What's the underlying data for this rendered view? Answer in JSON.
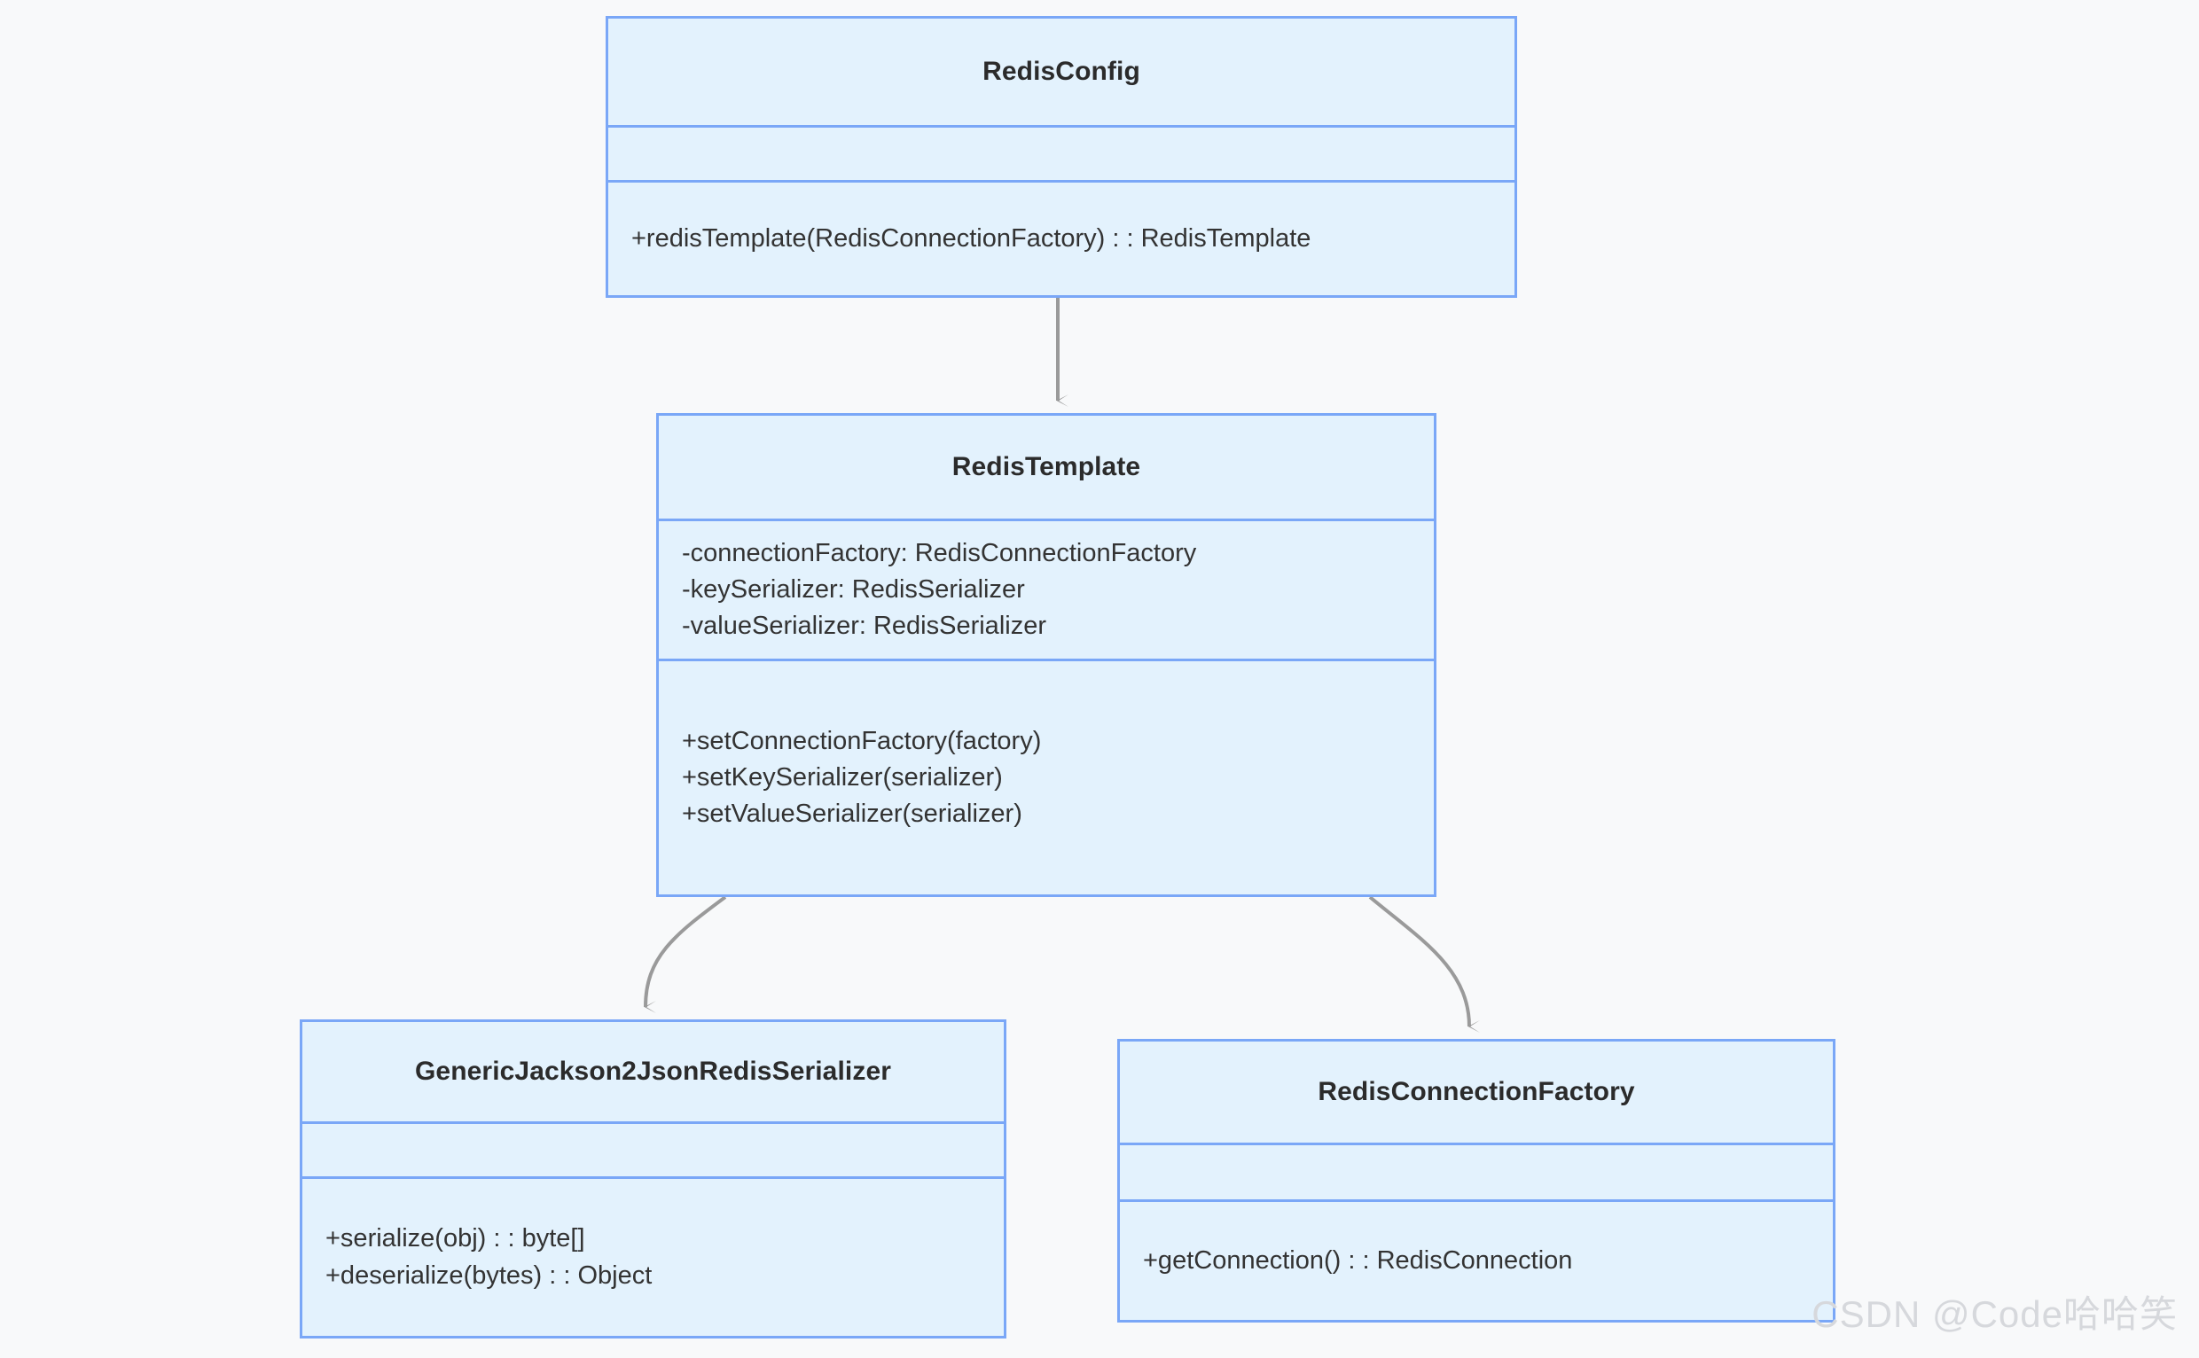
{
  "diagram": {
    "type": "uml-class-diagram",
    "background_color": "#f8f9fa",
    "box_fill_color": "#e3f2fd",
    "box_border_color": "#7aa7f7",
    "text_color": "#333333",
    "edge_color": "#999999",
    "classes": [
      {
        "id": "redisconfig",
        "name": "RedisConfig",
        "attributes": [],
        "methods": [
          "+redisTemplate(RedisConnectionFactory) : : RedisTemplate"
        ]
      },
      {
        "id": "redistemplate",
        "name": "RedisTemplate",
        "attributes": [
          "-connectionFactory: RedisConnectionFactory",
          "-keySerializer: RedisSerializer",
          "-valueSerializer: RedisSerializer"
        ],
        "methods": [
          "+setConnectionFactory(factory)",
          "+setKeySerializer(serializer)",
          "+setValueSerializer(serializer)"
        ]
      },
      {
        "id": "genericjackson",
        "name": "GenericJackson2JsonRedisSerializer",
        "attributes": [],
        "methods": [
          "+serialize(obj) : : byte[]",
          "+deserialize(bytes) : : Object"
        ]
      },
      {
        "id": "redisconnectionfactory",
        "name": "RedisConnectionFactory",
        "attributes": [],
        "methods": [
          "+getConnection() : : RedisConnection"
        ]
      }
    ],
    "edges": [
      {
        "id": "edge-config-template",
        "from": "RedisConfig",
        "to": "RedisTemplate",
        "style": "straight",
        "arrow": "open"
      },
      {
        "id": "edge-template-serializer",
        "from": "RedisTemplate",
        "to": "GenericJackson2JsonRedisSerializer",
        "style": "curved",
        "arrow": "open"
      },
      {
        "id": "edge-template-factory",
        "from": "RedisTemplate",
        "to": "RedisConnectionFactory",
        "style": "curved",
        "arrow": "open"
      }
    ]
  },
  "watermark": {
    "text": "CSDN @Code哈哈笑"
  }
}
